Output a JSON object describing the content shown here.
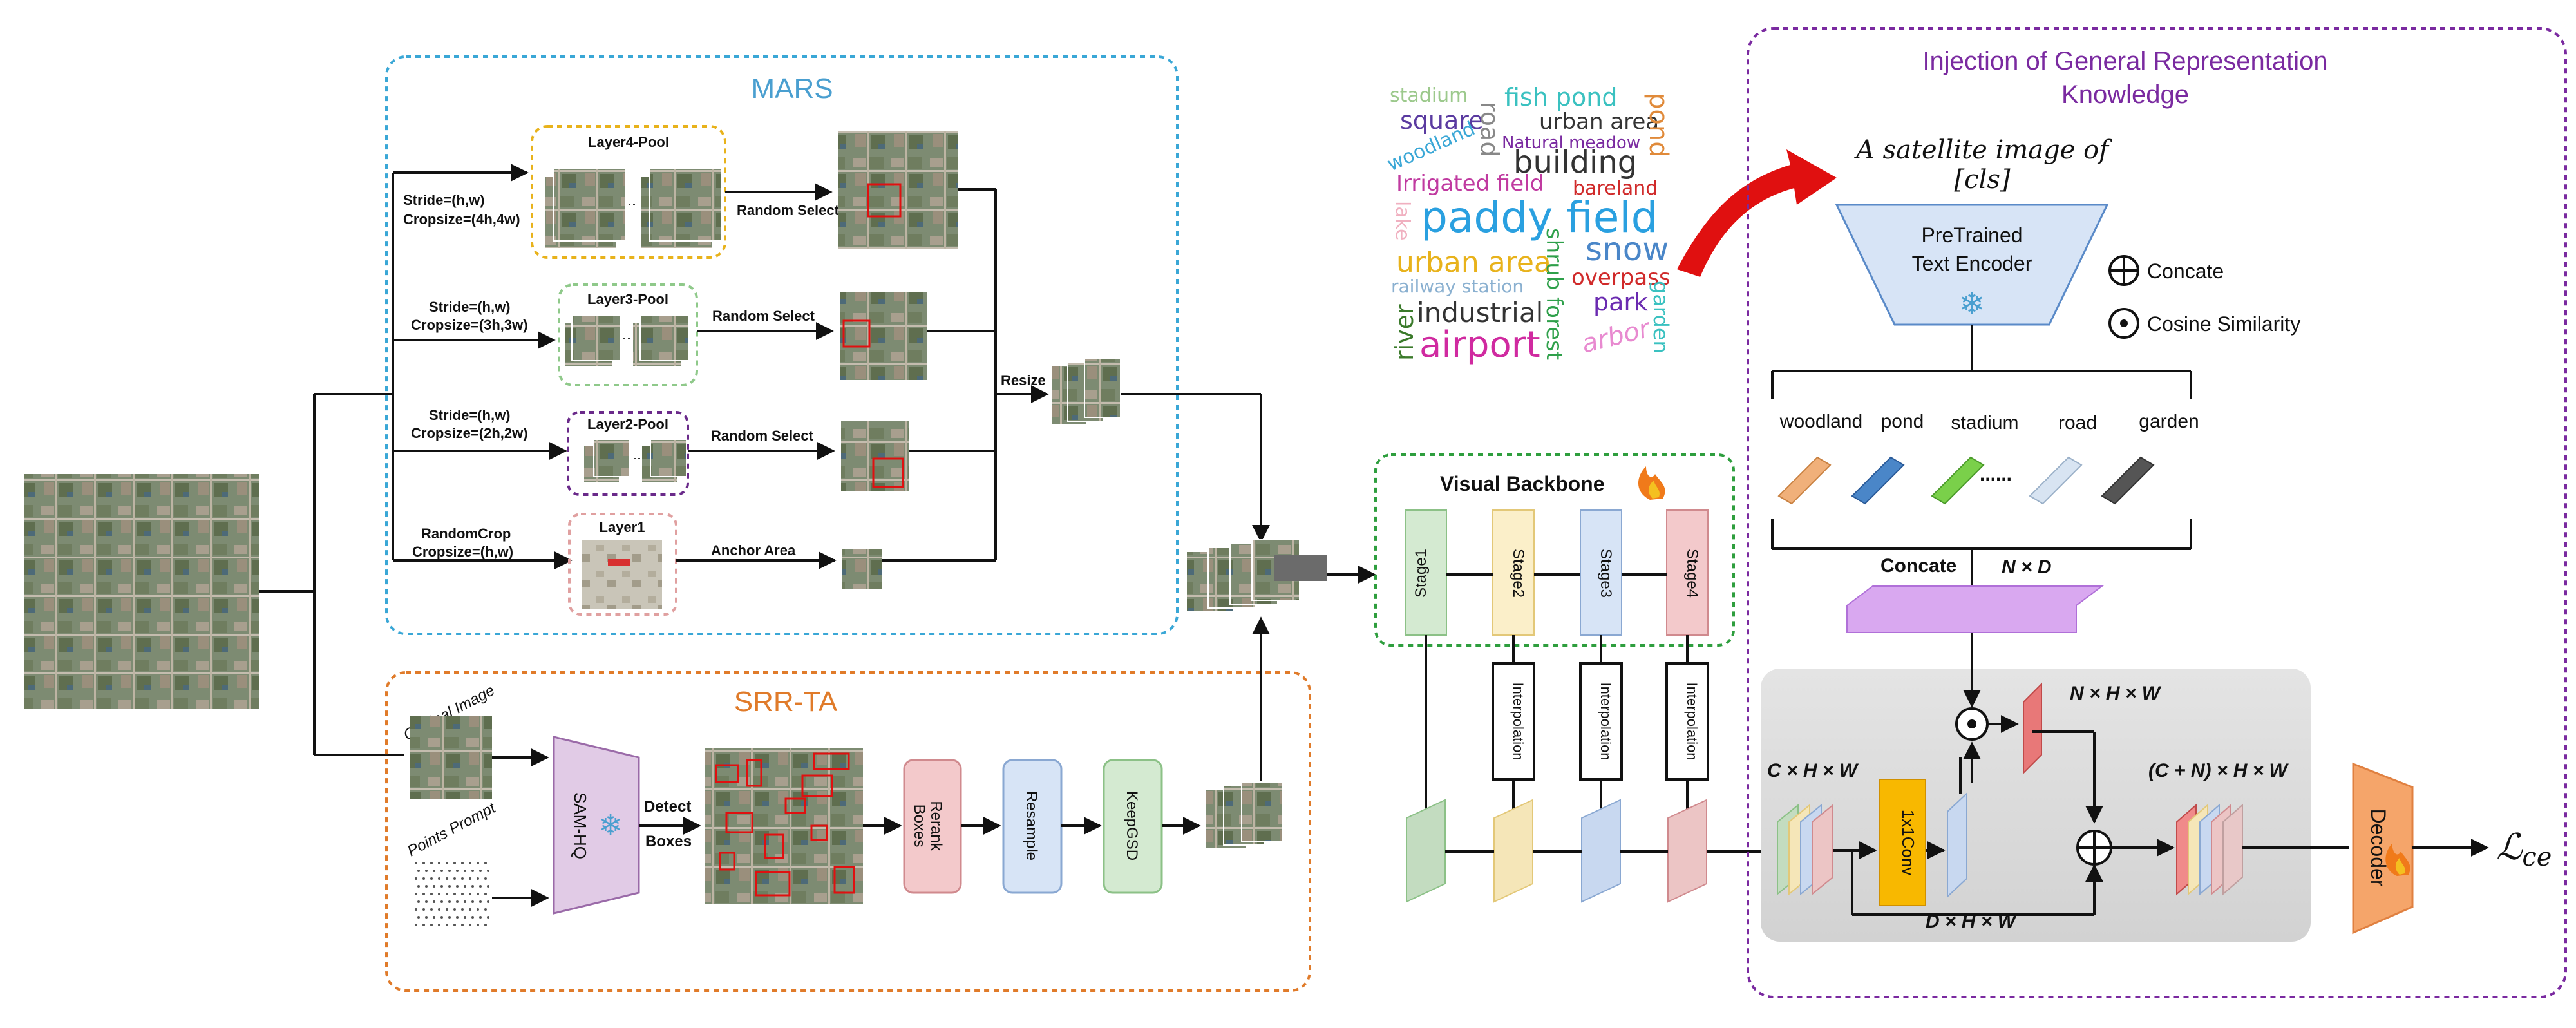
{
  "mars": {
    "title": "MARS",
    "layer4_pool": "Layer4-Pool",
    "layer3_pool": "Layer3-Pool",
    "layer2_pool": "Layer2-Pool",
    "layer1": "Layer1",
    "row1_stride": "Stride=(h,w)",
    "row1_crop": "Cropsize=(4h,4w)",
    "row2_stride": "Stride=(h,w)",
    "row2_crop": "Cropsize=(3h,3w)",
    "row3_stride": "Stride=(h,w)",
    "row3_crop": "Cropsize=(2h,2w)",
    "row4_crop1": "RandomCrop",
    "row4_crop2": "Cropsize=(h,w)",
    "random_select_1": "Random Select",
    "random_select_2": "Random Select",
    "random_select_3": "Random Select",
    "anchor_area": "Anchor Area",
    "resize": "Resize"
  },
  "srr": {
    "title": "SRR-TA",
    "original_image": "Original Image",
    "points_prompt": "Points Prompt",
    "sam_hq": "SAM-HQ",
    "detect": "Detect",
    "boxes": "Boxes",
    "rerank_1": "Rerank",
    "rerank_2": "Boxes",
    "resample": "Resample",
    "keepgsd": "KeepGSD"
  },
  "wordcloud": {
    "stadium": "stadium",
    "fish_pond": "fish pond",
    "square": "square",
    "road": "road",
    "urban_area": "urban area",
    "pond": "pond",
    "woodland": "woodland",
    "natural_meadow": "Natural meadow",
    "building": "building",
    "irrigated_field": "Irrigated field",
    "bareland": "bareland",
    "lake": "lake",
    "paddy_field": "paddy field",
    "urban_area_2": "urban area",
    "shrub_forest": "shrub forest",
    "snow": "snow",
    "railway_station": "railway station",
    "overpass": "overpass",
    "river": "river",
    "industrial": "industrial",
    "park": "park",
    "garden": "garden",
    "airport": "airport",
    "arbor": "arbor"
  },
  "backbone": {
    "title": "Visual Backbone",
    "stage1": "Stage1",
    "stage2": "Stage2",
    "stage3": "Stage3",
    "stage4": "Stage4",
    "interp": "Interpolation"
  },
  "injection": {
    "title_1": "Injection of General Representation",
    "title_2": "Knowledge",
    "prompt_1": "A satellite image of",
    "prompt_2": "[cls]",
    "encoder_1": "PreTrained",
    "encoder_2": "Text Encoder",
    "legend_concat": "Concate",
    "legend_cos": "Cosine Similarity",
    "classes": [
      "woodland",
      "pond",
      "stadium",
      "road",
      "garden"
    ],
    "dots": "......",
    "concate_label": "Concate",
    "nd": "N × D",
    "nhw": "N × H × W",
    "chw": "C × H × W",
    "conv": "1x1Conv",
    "dhw": "D × H × W",
    "cnhw": "(C + N) × H × W"
  },
  "decoder": "Decoder",
  "loss_main": "ℒ",
  "loss_sub": "ce",
  "colors": {
    "mars": "#3aa7d6",
    "srr": "#e07b2a",
    "backbone": "#2e9e3e",
    "injection": "#7a2aa0",
    "layer4": "#e8b21b",
    "layer3": "#8fc98a",
    "layer2": "#6a2a8a",
    "layer1": "#e0a0a0"
  }
}
